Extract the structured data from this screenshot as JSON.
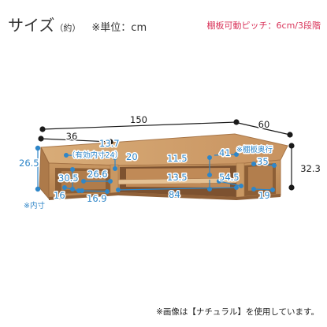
{
  "header": {
    "title": "サイズ",
    "title_note": "（約）",
    "unit_label": "※単位：cm",
    "shelf_pitch": "棚板可動ピッチ：6cm/3段階"
  },
  "overall": {
    "width": "150",
    "depth": "60",
    "height": "32.3",
    "left_depth": "36"
  },
  "left_unit": {
    "height": "26.5",
    "inner_height": "30.5",
    "inner_depth": "16",
    "effective_inner": "13.7",
    "effective_inner_label": "（有効内寸24）",
    "inner_width": "26.6",
    "inner_bottom": "16.9",
    "shelf_gap": "20",
    "inner_note": "※内寸"
  },
  "center": {
    "upper_height": "11.5",
    "lower_height": "13.5",
    "width": "84",
    "depth": "41"
  },
  "right_unit": {
    "depth_note": "※棚板奥行",
    "shelf_depth": "35",
    "inner_width": "54.5",
    "height": "19"
  },
  "footer": {
    "note": "※画像は【ナチュラル】を使用しています。"
  },
  "colors": {
    "wood": "#c99863",
    "wood_dark": "#9a6a3e",
    "wood_light": "#e0b989",
    "dim_blue": "#2f86c8",
    "accent_red": "#d9345a"
  }
}
